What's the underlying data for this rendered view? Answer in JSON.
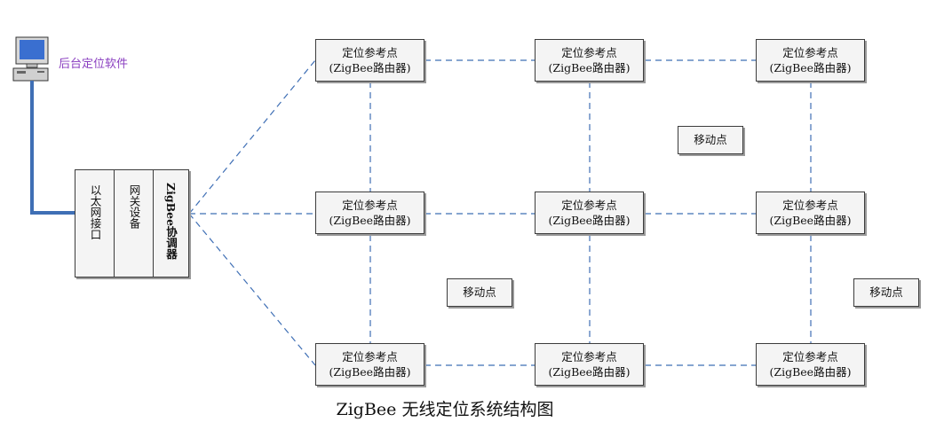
{
  "software_label": "后台定位软件",
  "gateway": {
    "ethernet": "以太网接口",
    "device": "网关设备",
    "coordinator": "ZigBee协调器"
  },
  "reference_nodes": [
    {
      "line1": "定位参考点",
      "line2": "(ZigBee路由器)"
    },
    {
      "line1": "定位参考点",
      "line2": "(ZigBee路由器)"
    },
    {
      "line1": "定位参考点",
      "line2": "(ZigBee路由器)"
    },
    {
      "line1": "定位参考点",
      "line2": "(ZigBee路由器)"
    },
    {
      "line1": "定位参考点",
      "line2": "(ZigBee路由器)"
    },
    {
      "line1": "定位参考点",
      "line2": "(ZigBee路由器)"
    },
    {
      "line1": "定位参考点",
      "line2": "(ZigBee路由器)"
    },
    {
      "line1": "定位参考点",
      "line2": "(ZigBee路由器)"
    },
    {
      "line1": "定位参考点",
      "line2": "(ZigBee路由器)"
    }
  ],
  "mobile_nodes": [
    "移动点",
    "移动点",
    "移动点"
  ],
  "caption": "ZigBee 无线定位系统结构图",
  "colors": {
    "link": "#3f6fb5",
    "cable": "#3f6fb5",
    "label": "#8a3fc0"
  }
}
